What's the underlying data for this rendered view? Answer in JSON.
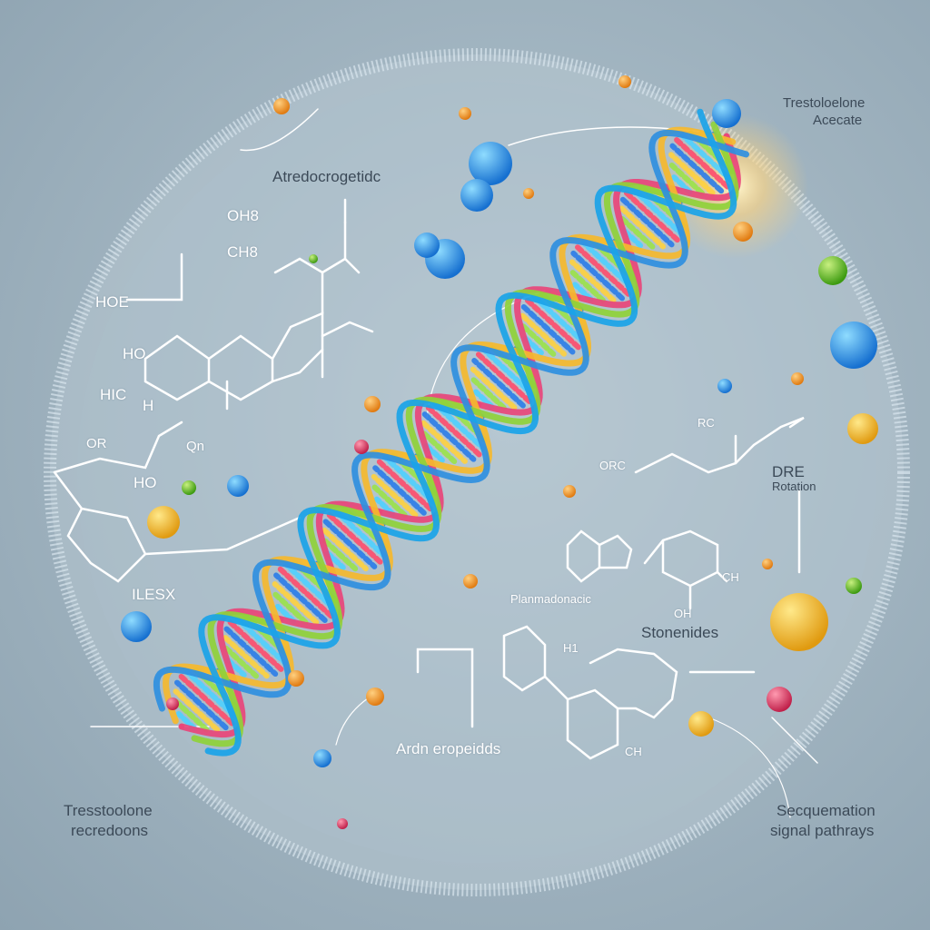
{
  "labels": {
    "top_center": "Atredocrogetidc",
    "top_right_line1": "Trestoloelone",
    "top_right_line2": "Acecate",
    "oh8": "OH8",
    "ch8": "CH8",
    "hoe": "HOE",
    "ho_left": "HO",
    "hic": "HIC",
    "h": "H",
    "or": "OR",
    "qn": "Qn",
    "ho": "HO",
    "ilesx": "ILESX",
    "dre": "DRE",
    "rotation": "Rotation",
    "orc": "ORC",
    "rc": "RC",
    "planmadonacic": "Planmadonacic",
    "stonenides": "Stonenides",
    "ch_right": "CH",
    "oh_right": "OH",
    "h1": "H1",
    "ch_bottom": "CH",
    "ardn": "Ardn eropeidds",
    "bottom_left_line1": "Tresstoolone",
    "bottom_left_line2": "recredoons",
    "bottom_right_line1": "Secquemation",
    "bottom_right_line2": "signal pathrays"
  },
  "colors": {
    "strands": [
      "#e8457a",
      "#f5b82e",
      "#8fd13a",
      "#2f8fe0",
      "#1aa3e8"
    ],
    "rungs": [
      "#ff4d6d",
      "#4fd1ff",
      "#9be34a",
      "#ffd23f",
      "#2b7de9"
    ],
    "pill_blue": "#2aa0f0",
    "pill_yellow": "#f2c030",
    "dot_orange": "#f0a030",
    "dot_green": "#6cc030",
    "dot_red": "#e0405a"
  }
}
